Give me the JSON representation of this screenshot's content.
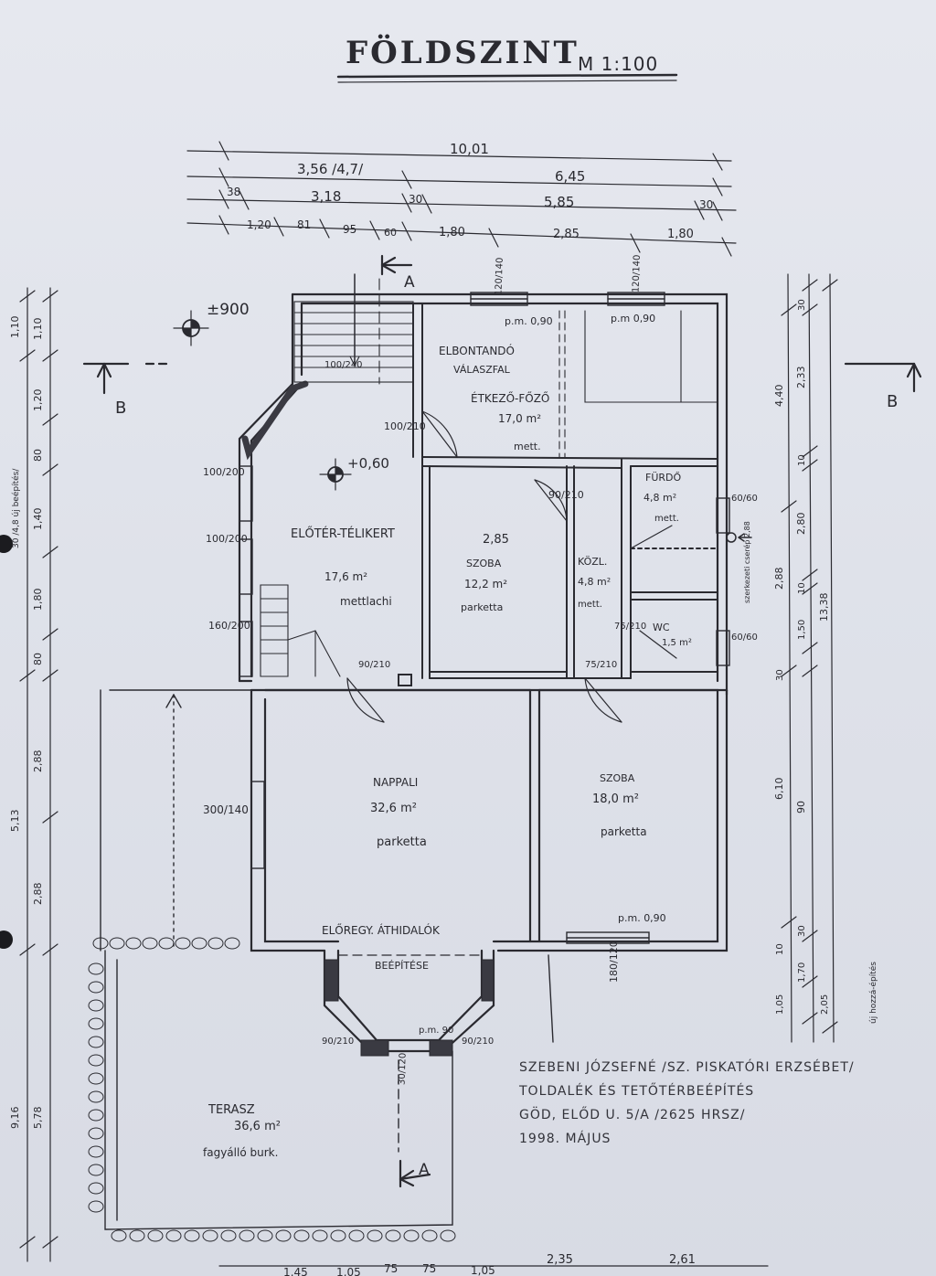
{
  "title": "FÖLDSZINT",
  "scale": "M 1:100",
  "levels": {
    "ground": "±900",
    "entrance": "+0,60"
  },
  "section_marks": {
    "a": "A",
    "b": "B"
  },
  "top_dimensions": {
    "row1": [
      "10,01"
    ],
    "row2": [
      "3,56 /4,7/",
      "6,45"
    ],
    "row3": [
      "38",
      "3,18",
      "30",
      "5,85",
      "30"
    ],
    "row4": [
      "1,20",
      "81",
      "95",
      "60",
      "1,80",
      "2,85",
      "1,80"
    ]
  },
  "bottom_dimensions": [
    "1,45",
    "1,05",
    "75",
    "75",
    "1,05",
    "2,35",
    "2,61"
  ],
  "left_dimensions": [
    "1,10",
    "1,10",
    "1,20",
    "80",
    "1,40",
    "1,80",
    "80",
    "2,88",
    "2,88",
    "5,13",
    "9,16",
    "5,78"
  ],
  "left_note": "30 /4,8 új beépítés/",
  "right_dimensions": [
    "30",
    "2,33",
    "4,40",
    "10",
    "2,80",
    "13,38",
    "2,88",
    "10",
    "1,50",
    "30",
    "6,10",
    "90",
    "30",
    "1,70",
    "10",
    "2,05",
    "1,05"
  ],
  "right_notes": [
    "szerkezeti cserép 2,88",
    "új hozzá-építés"
  ],
  "rooms": [
    {
      "name": "ELŐTÉR-TÉLIKERT",
      "area": "17,6 m²",
      "floor": "mettlachi"
    },
    {
      "name": "ÉTKEZŐ-FŐZŐ",
      "area": "17,0 m²",
      "floor": "mett."
    },
    {
      "name": "SZOBA",
      "area": "12,2 m²",
      "floor": "parketta"
    },
    {
      "name": "KÖZL.",
      "area": "4,8 m²",
      "floor": "mett."
    },
    {
      "name": "FÜRDŐ",
      "area": "4,8 m²",
      "floor": "mett."
    },
    {
      "name": "WC",
      "area": "1,5 m²",
      "floor": ""
    },
    {
      "name": "NAPPALI",
      "area": "32,6 m²",
      "floor": "parketta"
    },
    {
      "name": "SZOBA",
      "area": "18,0 m²",
      "floor": "parketta"
    },
    {
      "name": "TERASZ",
      "area": "36,6 m²",
      "floor": "fagyálló burk."
    }
  ],
  "annotations": {
    "demolish_wall_1": "ELBONTANDÓ",
    "demolish_wall_2": "VÁLASZFAL",
    "lintel_1": "ELŐREGY. ÁTHIDALÓK",
    "lintel_2": "BEÉPÍTÉSE",
    "room_width": "2,85",
    "pm1": "p.m. 0,90",
    "pm2": "p.m 0,90",
    "pm3": "p.m. 0,90",
    "pm4": "p.m. 90"
  },
  "openings": [
    "120/140",
    "120/140",
    "100/210",
    "100/200",
    "100/200",
    "160/200",
    "90/210",
    "300/140",
    "90/210",
    "75/210",
    "60/60",
    "60/60",
    "100/240",
    "180/120",
    "90/210",
    "90/210",
    "30/120",
    "75/210"
  ],
  "footer_note": [
    "SZEBENI JÓZSEFNÉ /SZ. PISKATÓRI ERZSÉBET/",
    "TOLDALÉK ÉS TETŐTÉRBEÉPÍTÉS",
    "GÖD, ELŐD U. 5/A /2625 HRSZ/",
    "1998. MÁJUS"
  ],
  "colors": {
    "ink": "#2a2a30",
    "paper": "#e2e4ec"
  }
}
